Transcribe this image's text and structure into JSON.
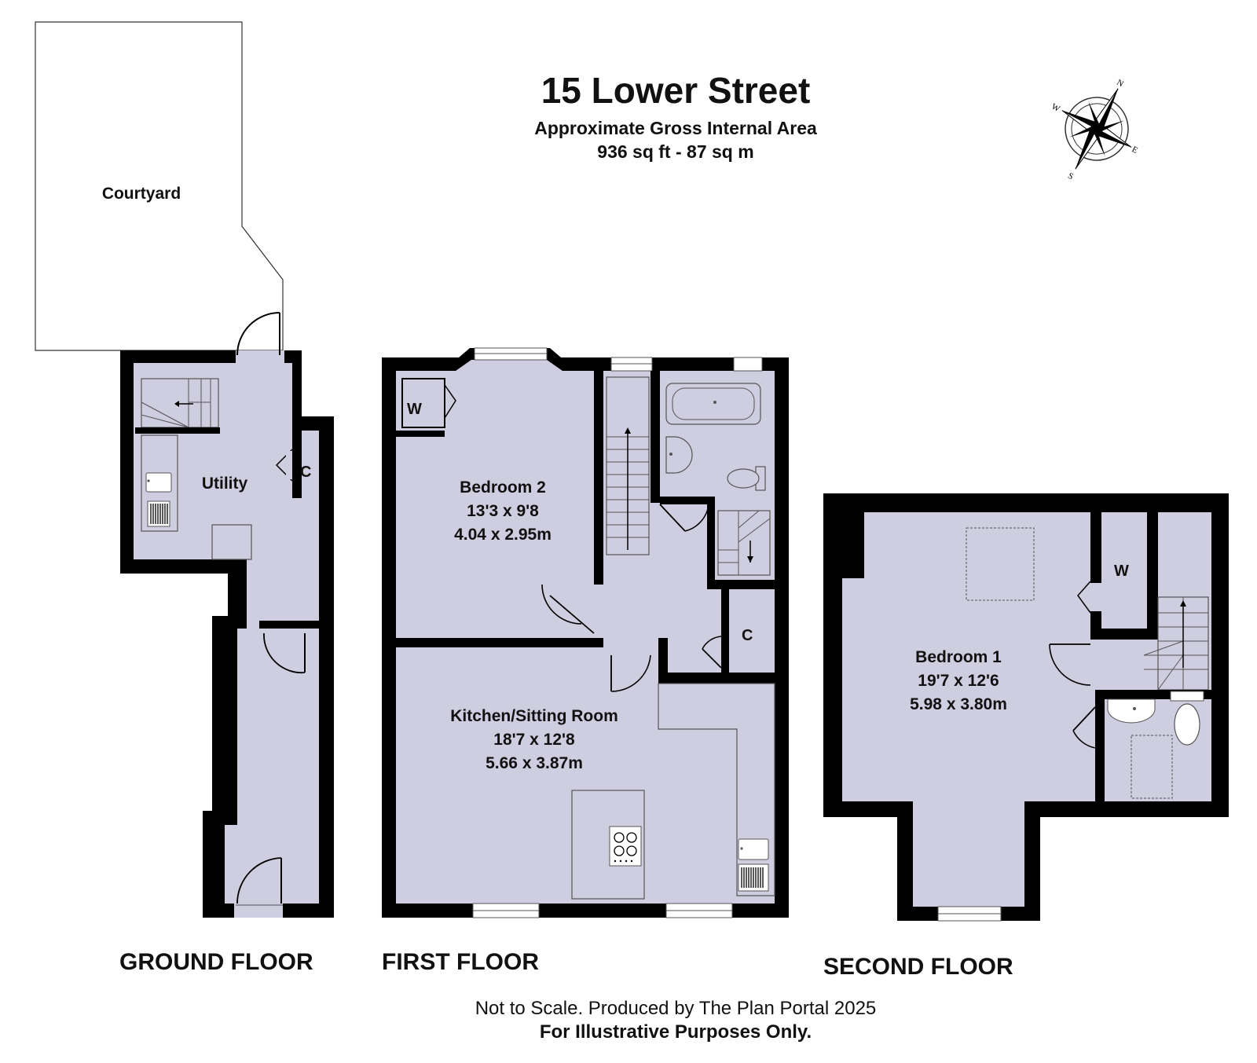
{
  "header": {
    "title": "15 Lower Street",
    "subtitle": "Approximate Gross Internal Area",
    "area": "936 sq ft - 87 sq m"
  },
  "compass": {
    "letters": [
      "N",
      "E",
      "S",
      "W"
    ]
  },
  "rooms": {
    "courtyard": "Courtyard",
    "utility": "Utility",
    "bedroom2": {
      "name": "Bedroom 2",
      "imperial": "13'3 x 9'8",
      "metric": "4.04 x 2.95m"
    },
    "kitchen": {
      "name": "Kitchen/Sitting Room",
      "imperial": "18'7 x 12'8",
      "metric": "5.66 x 3.87m"
    },
    "bedroom1": {
      "name": "Bedroom 1",
      "imperial": "19'7 x 12'6",
      "metric": "5.98 x 3.80m"
    },
    "wardrobe": "W",
    "cupboard": "C"
  },
  "floors": {
    "ground": "GROUND FLOOR",
    "first": "FIRST FLOOR",
    "second": "SECOND FLOOR"
  },
  "footer": {
    "line1": "Not to Scale. Produced by The Plan Portal 2025",
    "line2": "For Illustrative Purposes Only."
  },
  "colors": {
    "room_fill": "#cfcde0",
    "wall": "#000000",
    "background": "#ffffff"
  }
}
